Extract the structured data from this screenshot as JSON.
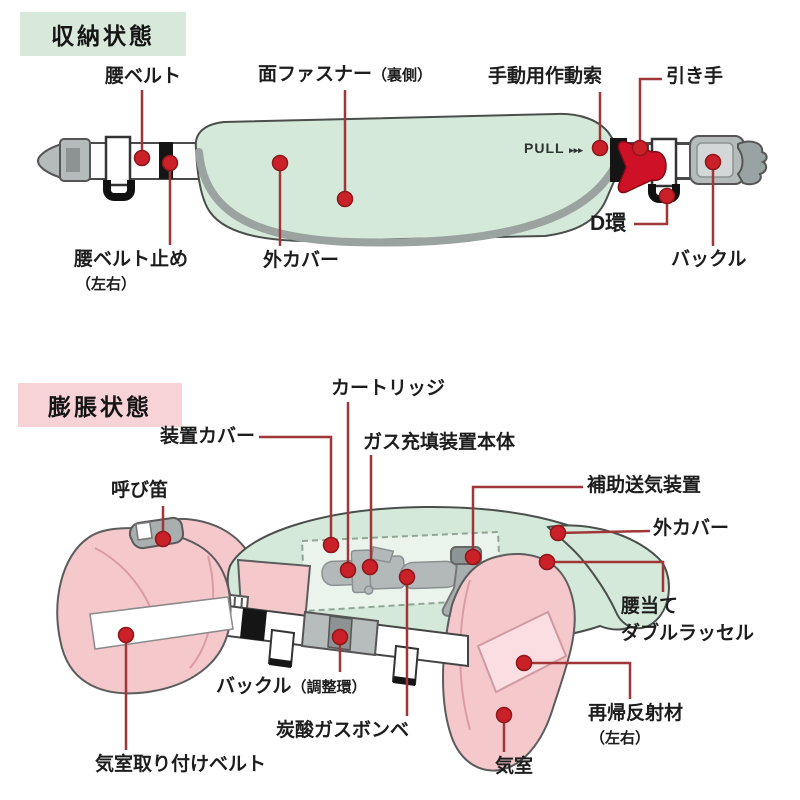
{
  "stowed": {
    "header": "収納状態",
    "pull_text": "PULL",
    "pull_arrows": "▸▸▸",
    "labels": {
      "waist_belt": "腰ベルト",
      "velcro": "面ファスナー",
      "velcro_note": "（裏側）",
      "manual_cord": "手動用作動索",
      "pull_handle": "引き手",
      "belt_stopper": "腰ベルト止め",
      "belt_stopper_note": "（左右）",
      "outer_cover": "外カバー",
      "d_ring": "D環",
      "buckle": "バックル"
    }
  },
  "inflated": {
    "header": "膨脹状態",
    "labels": {
      "cartridge": "カートリッジ",
      "device_cover": "装置カバー",
      "gas_device_body": "ガス充填装置本体",
      "aux_air_device": "補助送気装置",
      "outer_cover": "外カバー",
      "whistle": "呼び笛",
      "waist_pad": "腰当て",
      "waist_pad2": "ダブルラッセル",
      "buckle": "バックル",
      "buckle_note": "（調整環）",
      "co2_cylinder": "炭酸ガスボンベ",
      "reflector": "再帰反射材",
      "reflector_note": "（左右）",
      "chamber_belt": "気室取り付けベルト",
      "air_chamber": "気室"
    }
  },
  "colors": {
    "header_stowed_bg": "#d8e9dc",
    "header_inflated_bg": "#f7d2d7",
    "cover_green": "#d4e9da",
    "chamber_pink": "#f5c8cc",
    "marker_red": "#c92127",
    "leader_line": "#a03638",
    "handle_red": "#ce1126"
  }
}
